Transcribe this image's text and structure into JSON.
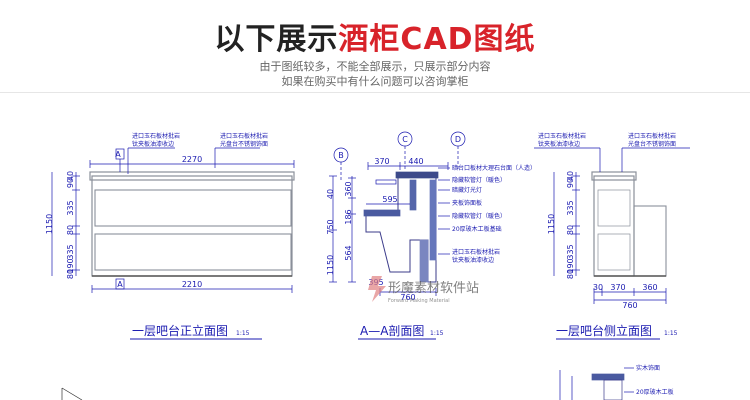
{
  "header": {
    "title_black": "以下展示",
    "title_red": "酒柜CAD图纸",
    "subtitle_line1": "由于图纸较多，不能全部展示，只展示部分内容",
    "subtitle_line2": "如果在购买中有什么问题可以咨询掌柜"
  },
  "colors": {
    "title_red": "#d8232a",
    "cad_blue": "#1a1ab0",
    "cad_gray": "#8a8f9a"
  },
  "drawing1": {
    "note_left": [
      "进口玉石板材批岩",
      "钛夹板油漆收边"
    ],
    "note_right": [
      "进口玉石板材批岩",
      "光盘台不锈钢饰面"
    ],
    "section_mark_top": "A",
    "section_mark_bottom": "A",
    "dim_top": "2270",
    "dim_bottom": "2210",
    "dim_height": "1150",
    "dims_left": [
      "40",
      "90",
      "335",
      "80",
      "335",
      "190",
      "80"
    ],
    "caption": "一层吧台正立面图",
    "scale": "1:15"
  },
  "drawing2": {
    "marks": [
      "B",
      "C",
      "D"
    ],
    "dims_top": [
      "370",
      "440"
    ],
    "dim_mid": "595",
    "dims_left": [
      "40",
      "360",
      "750",
      "186",
      "564",
      "1150"
    ],
    "notes": [
      "暗台口板材大理石台面（人造）",
      "隐藏软管灯（暖色）",
      "暗藏灯光灯",
      "夹板饰面板",
      "隐藏软管灯（暖色）",
      "20厚玻木工板基础",
      "进口玉石板材批岩",
      "钛夹板油漆收边"
    ],
    "dim_bottom_small": "395",
    "dim_bottom": "760",
    "caption": "A—A剖面图",
    "scale": "1:15"
  },
  "drawing3": {
    "note_left": [
      "进口玉石板材批岩",
      "钛夹板油漆收边"
    ],
    "note_right": [
      "进口玉石板材批岩",
      "光盘台不锈钢饰面"
    ],
    "dim_height": "1150",
    "dims_left": [
      "40",
      "90",
      "335",
      "80",
      "335",
      "190",
      "80"
    ],
    "dims_bottom": [
      "30",
      "370",
      "360"
    ],
    "dim_bottom": "760",
    "caption": "一层吧台侧立面图",
    "scale": "1:15"
  },
  "drawing4": {
    "notes": [
      "实木饰面",
      "20厚玻木工板"
    ]
  },
  "watermark": {
    "text": "形魔素材软件站",
    "sub": "Forward Making Material"
  }
}
